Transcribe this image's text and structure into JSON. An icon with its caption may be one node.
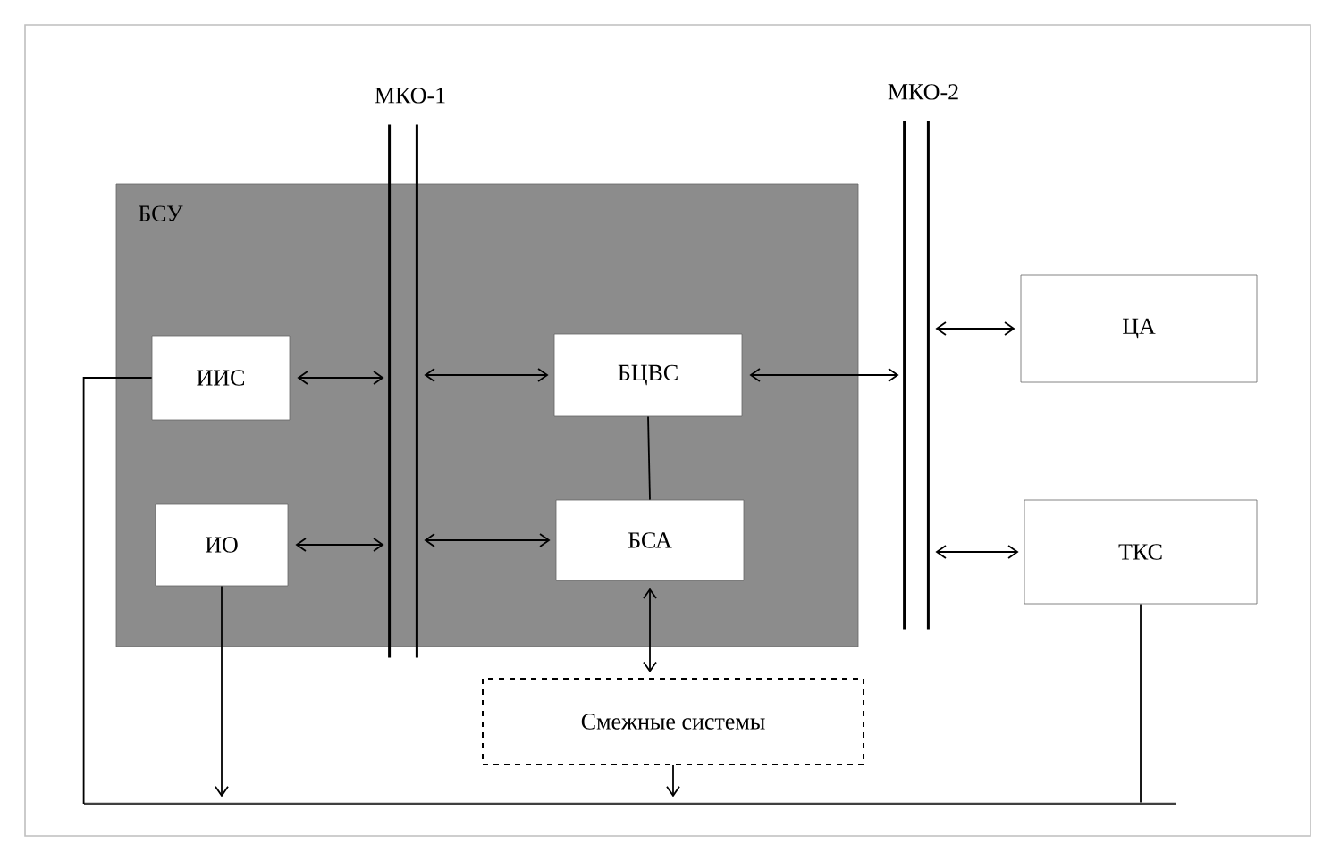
{
  "diagram": {
    "nodes": [
      {
        "text": [
          "БСУ"
        ]
      },
      {
        "text": [
          "ИИС"
        ],
        "in": 0
      },
      {
        "text": [
          "ИО"
        ],
        "in": 0
      },
      {
        "text": [
          "БЦВС"
        ],
        "in": 0
      },
      {
        "text": [
          "БСА"
        ],
        "in": 0
      },
      {
        "text": [
          "МКО-1"
        ]
      },
      {
        "text": [
          "МКО-2"
        ]
      },
      {
        "text": [
          "ЦА"
        ]
      },
      {
        "text": [
          "ТКС"
        ]
      },
      {
        "text": [
          "Смежные системы"
        ]
      },
      {
        "text": [],
        "shape": "bar"
      }
    ],
    "edges": [
      {
        "from": 1,
        "to": 5,
        "arrow": "both"
      },
      {
        "from": 5,
        "to": 3,
        "arrow": "both"
      },
      {
        "from": 2,
        "to": 5,
        "arrow": "both"
      },
      {
        "from": 5,
        "to": 4,
        "arrow": "both"
      },
      {
        "from": 3,
        "to": 6,
        "arrow": "both"
      },
      {
        "from": 6,
        "to": 7,
        "arrow": "both"
      },
      {
        "from": 6,
        "to": 8,
        "arrow": "both"
      },
      {
        "from": 3,
        "to": 4,
        "arrow": "none"
      },
      {
        "from": 4,
        "to": 9,
        "arrow": "both"
      },
      {
        "from": 1,
        "to": 10,
        "arrow": "none"
      },
      {
        "from": 8,
        "to": 10,
        "arrow": "none"
      },
      {
        "from": 2,
        "to": 10,
        "arrow": "to"
      },
      {
        "from": 9,
        "to": 10,
        "arrow": "to"
      }
    ]
  }
}
